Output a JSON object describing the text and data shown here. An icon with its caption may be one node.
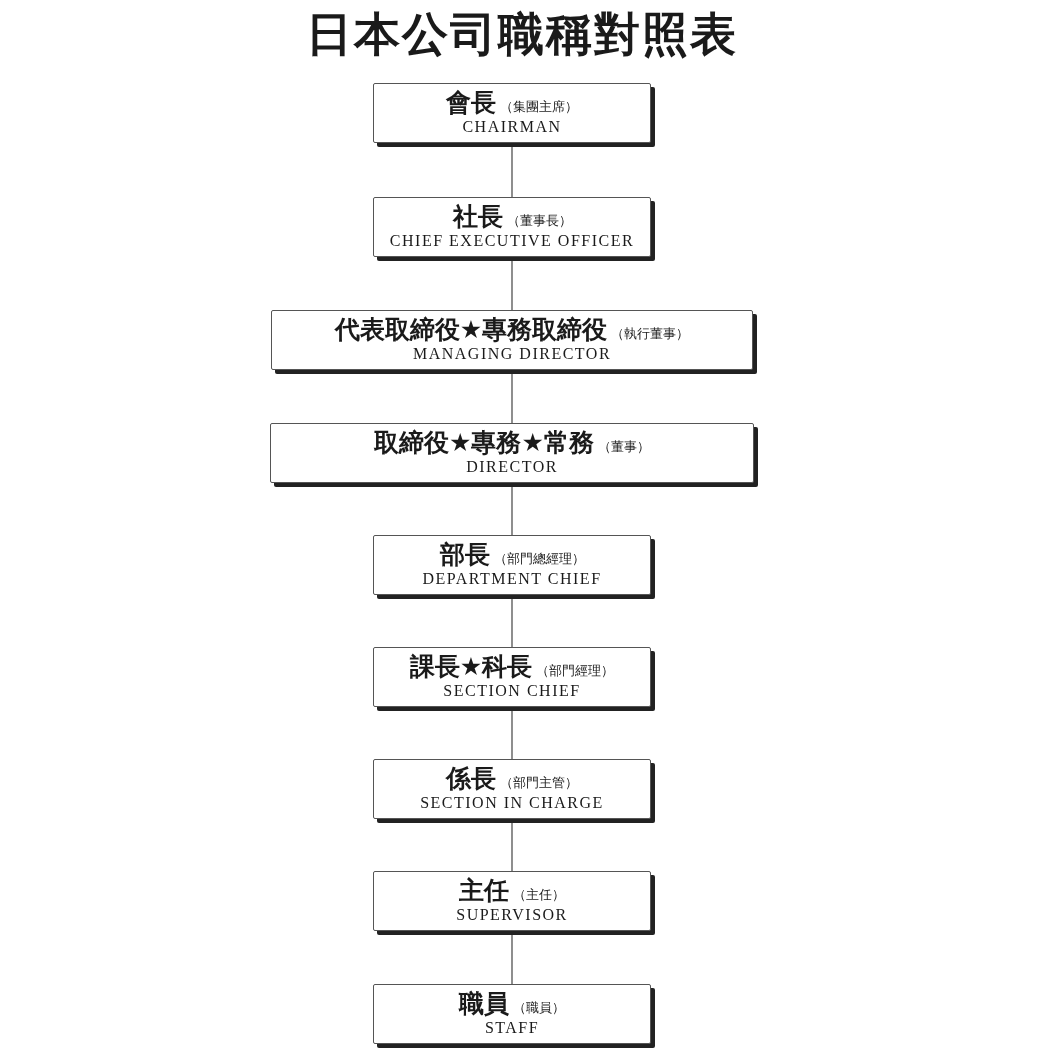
{
  "diagram": {
    "title": "日本公司職稱對照表",
    "nodes": [
      {
        "text": [
          "會長",
          "（集團主席）",
          "CHAIRMAN"
        ]
      },
      {
        "text": [
          "社長",
          "（董事長）",
          "CHIEF EXECUTIVE OFFICER"
        ]
      },
      {
        "text": [
          "代表取締役★專務取締役",
          "（執行董事）",
          "MANAGING DIRECTOR"
        ]
      },
      {
        "text": [
          "取締役★專務★常務",
          "（董事）",
          "DIRECTOR"
        ]
      },
      {
        "text": [
          "部長",
          "（部門總經理）",
          "DEPARTMENT CHIEF"
        ]
      },
      {
        "text": [
          "課長★科長",
          "（部門經理）",
          "SECTION CHIEF"
        ]
      },
      {
        "text": [
          "係長",
          "（部門主管）",
          "SECTION IN CHARGE"
        ]
      },
      {
        "text": [
          "主任",
          "（主任）",
          "SUPERVISOR"
        ]
      },
      {
        "text": [
          "職員",
          "（職員）",
          "STAFF"
        ]
      }
    ],
    "edges": [
      {
        "from": 0,
        "to": 1,
        "arrow": "none"
      },
      {
        "from": 1,
        "to": 2,
        "arrow": "none"
      },
      {
        "from": 2,
        "to": 3,
        "arrow": "none"
      },
      {
        "from": 3,
        "to": 4,
        "arrow": "none"
      },
      {
        "from": 4,
        "to": 5,
        "arrow": "none"
      },
      {
        "from": 5,
        "to": 6,
        "arrow": "none"
      },
      {
        "from": 6,
        "to": 7,
        "arrow": "none"
      },
      {
        "from": 7,
        "to": 8,
        "arrow": "none"
      }
    ]
  }
}
